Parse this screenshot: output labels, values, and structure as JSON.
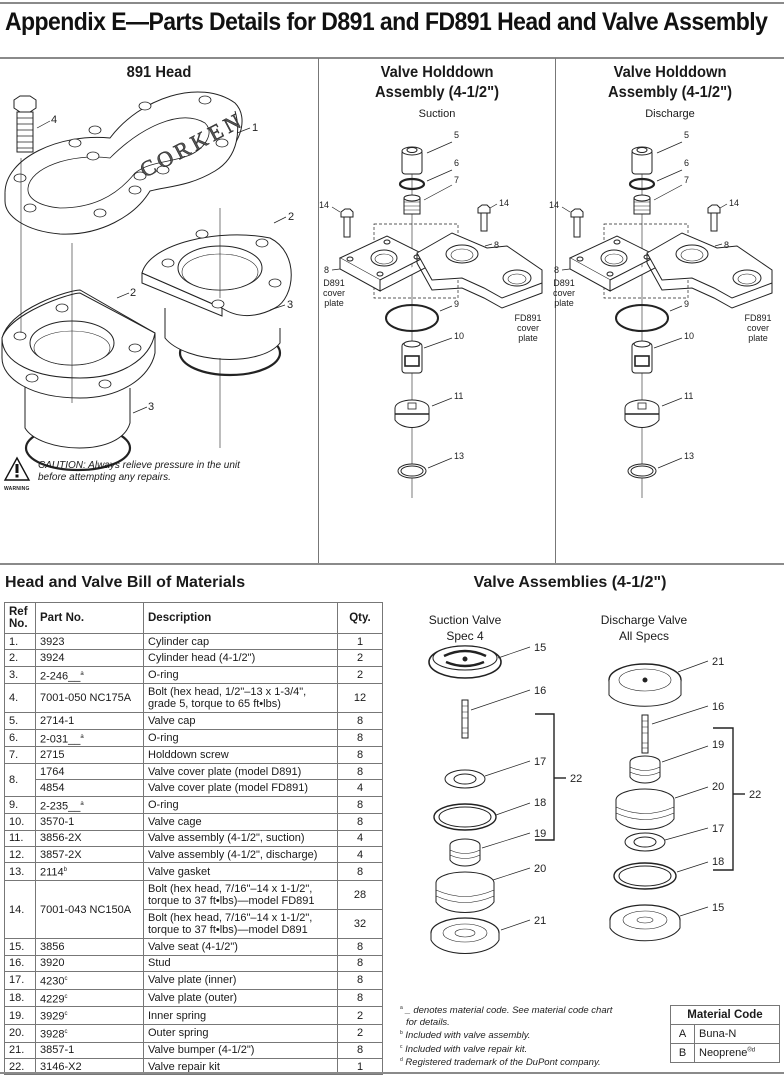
{
  "title": "Appendix E—Parts Details for D891 and FD891 Head and Valve Assembly",
  "panels": {
    "head": {
      "title": "891 Head",
      "logo_text": "CORKEN",
      "callouts": [
        "1",
        "2",
        "2",
        "3",
        "3",
        "4"
      ]
    },
    "suction": {
      "title_line1": "Valve Holddown",
      "title_line2": "Assembly (4-1/2\")",
      "subtitle": "Suction",
      "callouts": [
        "5",
        "6",
        "7",
        "14",
        "14",
        "8",
        "8",
        "9",
        "10",
        "11",
        "13"
      ],
      "d891_label": [
        "D891",
        "cover",
        "plate"
      ],
      "fd891_label": [
        "FD891",
        "cover",
        "plate"
      ]
    },
    "discharge": {
      "title_line1": "Valve Holddown",
      "title_line2": "Assembly (4-1/2\")",
      "subtitle": "Discharge",
      "callouts": [
        "5",
        "6",
        "7",
        "14",
        "14",
        "8",
        "8",
        "9",
        "10",
        "11",
        "13"
      ],
      "d891_label": [
        "D891",
        "cover",
        "plate"
      ],
      "fd891_label": [
        "FD891",
        "cover",
        "plate"
      ]
    }
  },
  "caution": {
    "text": "CAUTION: Always relieve pressure in the unit before attempting any repairs.",
    "icon_label": "WARNING"
  },
  "bom": {
    "title": "Head and Valve Bill of Materials",
    "headers": {
      "ref": "Ref No.",
      "part": "Part No.",
      "desc": "Description",
      "qty": "Qty."
    },
    "rows": [
      {
        "ref": "1.",
        "part": "3923",
        "sup": "",
        "desc": "Cylinder cap",
        "qty": "1"
      },
      {
        "ref": "2.",
        "part": "3924",
        "sup": "",
        "desc": "Cylinder head (4-1/2\")",
        "qty": "2"
      },
      {
        "ref": "3.",
        "part": "2-246__",
        "sup": "a",
        "desc": "O-ring",
        "qty": "2"
      },
      {
        "ref": "4.",
        "part": "7001-050 NC175A",
        "sup": "",
        "desc": "Bolt (hex head, 1/2\"–13 x 1-3/4\", grade 5, torque to 65 ft•lbs)",
        "qty": "12"
      },
      {
        "ref": "5.",
        "part": "2714-1",
        "sup": "",
        "desc": "Valve cap",
        "qty": "8"
      },
      {
        "ref": "6.",
        "part": "2-031__",
        "sup": "a",
        "desc": "O-ring",
        "qty": "8"
      },
      {
        "ref": "7.",
        "part": "2715",
        "sup": "",
        "desc": "Holddown screw",
        "qty": "8"
      },
      {
        "ref": "8.",
        "part": "1764",
        "sup": "",
        "desc": "Valve cover plate (model D891)",
        "qty": "8"
      },
      {
        "ref": "",
        "part": "4854",
        "sup": "",
        "desc": "Valve cover plate (model FD891)",
        "qty": "4"
      },
      {
        "ref": "9.",
        "part": "2-235__",
        "sup": "a",
        "desc": "O-ring",
        "qty": "8"
      },
      {
        "ref": "10.",
        "part": "3570-1",
        "sup": "",
        "desc": "Valve cage",
        "qty": "8"
      },
      {
        "ref": "11.",
        "part": "3856-2X",
        "sup": "",
        "desc": "Valve assembly (4-1/2\", suction)",
        "qty": "4"
      },
      {
        "ref": "12.",
        "part": "3857-2X",
        "sup": "",
        "desc": "Valve assembly (4-1/2\", discharge)",
        "qty": "4"
      },
      {
        "ref": "13.",
        "part": "2114",
        "sup": "b",
        "desc": "Valve gasket",
        "qty": "8"
      },
      {
        "ref": "14.",
        "part": "7001-043 NC150A",
        "sup": "",
        "desc": "Bolt (hex head, 7/16\"–14 x 1-1/2\", torque to 37 ft•lbs)—model FD891",
        "qty": "28"
      },
      {
        "ref": "",
        "part": "",
        "sup": "",
        "desc": "Bolt (hex head, 7/16\"–14 x 1-1/2\", torque to 37 ft•lbs)—model D891",
        "qty": "32"
      },
      {
        "ref": "15.",
        "part": "3856",
        "sup": "",
        "desc": "Valve seat (4-1/2\")",
        "qty": "8"
      },
      {
        "ref": "16.",
        "part": "3920",
        "sup": "",
        "desc": "Stud",
        "qty": "8"
      },
      {
        "ref": "17.",
        "part": "4230",
        "sup": "c",
        "desc": "Valve plate (inner)",
        "qty": "8"
      },
      {
        "ref": "18.",
        "part": "4229",
        "sup": "c",
        "desc": "Valve plate (outer)",
        "qty": "8"
      },
      {
        "ref": "19.",
        "part": "3929",
        "sup": "c",
        "desc": "Inner spring",
        "qty": "2"
      },
      {
        "ref": "20.",
        "part": "3928",
        "sup": "c",
        "desc": "Outer spring",
        "qty": "2"
      },
      {
        "ref": "21.",
        "part": "3857-1",
        "sup": "",
        "desc": "Valve bumper (4-1/2\")",
        "qty": "8"
      },
      {
        "ref": "22.",
        "part": "3146-X2",
        "sup": "",
        "desc": "Valve repair kit",
        "qty": "1"
      }
    ]
  },
  "valve_assemblies": {
    "title": "Valve Assemblies (4-1/2\")",
    "suction": {
      "label_line1": "Suction Valve",
      "label_line2": "Spec 4",
      "callouts": [
        "15",
        "16",
        "17",
        "18",
        "19",
        "20",
        "21"
      ],
      "kit_callout": "22"
    },
    "discharge": {
      "label_line1": "Discharge Valve",
      "label_line2": "All Specs",
      "callouts": [
        "21",
        "16",
        "19",
        "20",
        "17",
        "18",
        "15"
      ],
      "kit_callout": "22"
    }
  },
  "footnotes": [
    {
      "mark": "a",
      "text": "_ denotes material code. See material code chart",
      "cont": "for details."
    },
    {
      "mark": "b",
      "text": "Included with valve assembly."
    },
    {
      "mark": "c",
      "text": "Included with valve repair kit."
    },
    {
      "mark": "d",
      "text": "Registered trademark of the DuPont company."
    }
  ],
  "material_code": {
    "title": "Material Code",
    "rows": [
      {
        "code": "A",
        "name": "Buna-N",
        "sup": ""
      },
      {
        "code": "B",
        "name": "Neoprene",
        "sup": "®d"
      }
    ]
  },
  "colors": {
    "rule": "#8a8a8a",
    "border": "#777777",
    "ink": "#1a1a1a"
  }
}
